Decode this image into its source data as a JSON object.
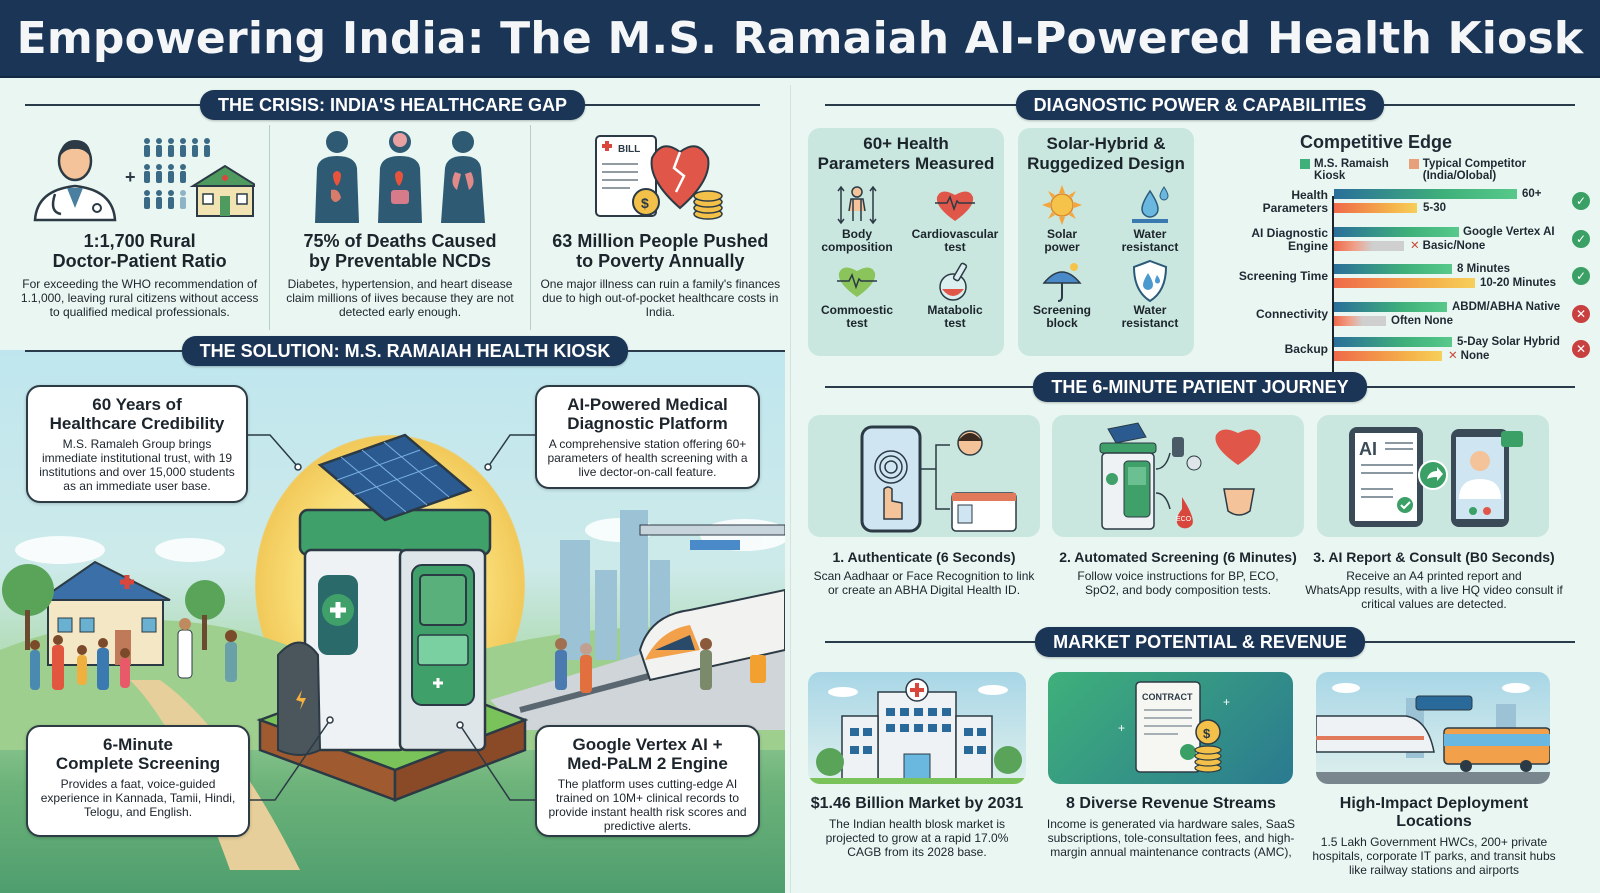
{
  "header": {
    "title": "Empowering India: The M.S. Ramaiah AI-Powered Health Kiosk"
  },
  "sections": {
    "crisis": "THE CRISIS: INDIA'S HEALTHCARE GAP",
    "solution": "THE SOLUTION: M.S. RAMAIAH HEALTH KIOSK",
    "diagnostic": "DIAGNOSTIC POWER & CAPABILITIES",
    "journey": "THE 6-MINUTE PATIENT JOURNEY",
    "market": "MARKET POTENTIAL & REVENUE"
  },
  "crisis": {
    "items": [
      {
        "icon": "doctor-patients-icon",
        "title_line1": "1:1,700 Rural",
        "title_line2": "Doctor-Patient Ratio",
        "desc": "For exceeding the WHO recommendation of 1.1,000, leaving rural citizens without access to qualified medical professionals."
      },
      {
        "icon": "human-anatomy-icon",
        "title_line1": "75% of Deaths Caused",
        "title_line2": "by Preventable NCDs",
        "desc": "Diabetes, hypertension, and heart disease claim millions of iives because they are not detected early enough."
      },
      {
        "icon": "medical-bill-icon",
        "title_line1": "63 Million People Pushed",
        "title_line2": "to Poverty Annually",
        "desc": "One major illness can ruin a family's finances due to high out-of-pocket healthcare costs in India."
      }
    ],
    "bill_label": "BILL"
  },
  "solution": {
    "callouts": [
      {
        "title_line1": "60 Years of",
        "title_line2": "Healthcare Credibility",
        "desc": "M.S. Ramaleh Group brings immediate institutional trust, with 19 institutions and over 15,000 students as an immediate user base."
      },
      {
        "title_line1": "AI-Powered Medical",
        "title_line2": "Diagnostic Platform",
        "desc": "A comprehensive station offering 60+ parameters of health screening with a live dector-on-call feature."
      },
      {
        "title_line1": "6-Minute",
        "title_line2": "Complete Screening",
        "desc": "Provides a faat, voice-guided experience in Kannada, Tamii, Hindi, Telogu, and English."
      },
      {
        "title_line1": "Google Vertex AI +",
        "title_line2": "Med-PaLM 2 Engine",
        "desc": "The platform uses cutting-edge AI trained on 10M+ clinical records to provide instant health risk scores and predictive alerts."
      }
    ]
  },
  "diagnostic": {
    "params": {
      "title_line1": "60+ Health",
      "title_line2": "Parameters Measured",
      "items": [
        {
          "icon": "body-composition-icon",
          "label_line1": "Body",
          "label_line2": "composition"
        },
        {
          "icon": "heart-rate-icon",
          "label_line1": "Cardiovascular",
          "label_line2": "test"
        },
        {
          "icon": "green-heart-icon",
          "label_line1": "Commoestic",
          "label_line2": "test"
        },
        {
          "icon": "flask-icon",
          "label_line1": "Matabolic",
          "label_line2": "test"
        }
      ]
    },
    "design": {
      "title_line1": "Solar-Hybrid &",
      "title_line2": "Ruggedized Design",
      "items": [
        {
          "icon": "sun-icon",
          "label_line1": "Solar",
          "label_line2": "power"
        },
        {
          "icon": "water-drop-icon",
          "label_line1": "Water",
          "label_line2": "resistanct"
        },
        {
          "icon": "umbrella-icon",
          "label_line1": "Screening",
          "label_line2": "block"
        },
        {
          "icon": "shield-drop-icon",
          "label_line1": "Water",
          "label_line2": "resistanct"
        }
      ]
    }
  },
  "chart_data": {
    "type": "bar",
    "title": "Competitive Edge",
    "orientation": "horizontal",
    "legend": [
      "M.S. Ramaish Kiosk",
      "Typical Competitor (India/Olobal)"
    ],
    "legend_position": "top",
    "categories": [
      "Health Parameters",
      "AI Diagnostic Engine",
      "Screening Time",
      "Connectivity",
      "Backup"
    ],
    "series": [
      {
        "name": "M.S. Ramaish Kiosk",
        "color": "#3fb07a",
        "values": [
          100,
          68,
          64,
          62,
          64
        ],
        "labels": [
          "60+",
          "Google Vertex AI",
          "8 Minutes",
          "ABDM/ABHA Native",
          "5-Day Solar Hybrid"
        ]
      },
      {
        "name": "Typical Competitor (India/Olobal)",
        "color": "#f5a04a",
        "values": [
          45,
          38,
          77,
          28,
          60
        ],
        "labels": [
          "5-30",
          "Basic/None",
          "10-20 Minutes",
          "Often None",
          "None"
        ]
      }
    ],
    "status": [
      "check",
      "check",
      "check",
      "cross",
      "cross"
    ],
    "grid": false
  },
  "edge": {
    "title": "Competitive Edge",
    "legend1_line1": "M.S. Ramaish",
    "legend1_line2": "Kiosk",
    "legend2_line1": "Typical Competitor",
    "legend2_line2": "(India/Olobal)",
    "rows": [
      {
        "cat_line1": "Health",
        "cat_line2": "Parameters",
        "v1": "60+",
        "v2": "5-30",
        "status": "✓"
      },
      {
        "cat_line1": "AI Diagnostic",
        "cat_line2": "Engine",
        "v1": "Google Vertex AI",
        "v2": "Basic/None",
        "status": "✓"
      },
      {
        "cat_line1": "Screening Time",
        "cat_line2": "",
        "v1": "8 Minutes",
        "v2": "10-20 Minutes",
        "status": "✓"
      },
      {
        "cat_line1": "Connectivity",
        "cat_line2": "",
        "v1": "ABDM/ABHA Native",
        "v2": "Often None",
        "status": "✕"
      },
      {
        "cat_line1": "Backup",
        "cat_line2": "",
        "v1": "5-Day Solar Hybrid",
        "v2": "None",
        "status": "✕"
      }
    ]
  },
  "journey": {
    "steps": [
      {
        "title": "1. Authenticate (6 Seconds)",
        "desc_line1": "Scan Aadhaar or Face Recognition to link",
        "desc_line2": "or create an ABHA Digital Health ID."
      },
      {
        "title": "2. Automated Screening (6 Minutes)",
        "desc_line1": "Follow voice instructions for BP, ECO,",
        "desc_line2": "SpO2, and body composition tests.",
        "drop_label": "ECO"
      },
      {
        "title": "3. AI Report & Consult (B0 Seconds)",
        "desc_line1": "Receive an A4 printed report and",
        "desc_line2": "WhatsApp results, with a live HQ video consult if critical values are detected.",
        "report_label": "AI"
      }
    ]
  },
  "market": {
    "cards": [
      {
        "title": "$1.46 Billion Market by 2031",
        "desc": "The Indian health blosk market is projected to grow at a rapid 17.0% CAGB from its 2028 base."
      },
      {
        "title": "8 Diverse Revenue Streams",
        "desc": "Income is generated via hardware sales, SaaS subscriptions, tole-consultation fees, and high-margin annual maintenance contracts (AMC),",
        "contract_label": "CONTRACT"
      },
      {
        "title": "High-Impact Deployment Locations",
        "desc": "1.5 Lakh Government HWCs, 200+ private hospitals, corporate IT parks, and transit hubs like railway stations and airports"
      }
    ]
  },
  "colors": {
    "navy": "#1b3556",
    "green": "#3fb07a",
    "orange": "#f5a04a",
    "red": "#c94040",
    "mint": "#c9e7df",
    "bg": "#e9f6f1"
  }
}
